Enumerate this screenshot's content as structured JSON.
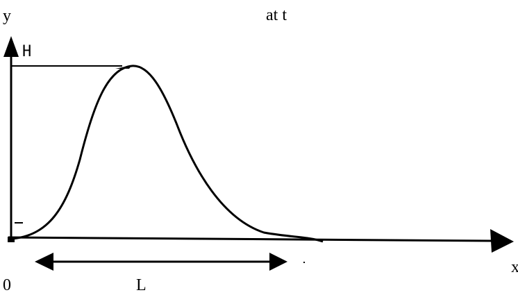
{
  "diagram": {
    "labels": {
      "y_axis": "y",
      "x_axis": "x",
      "peak_height": "H",
      "time": "at t",
      "origin": "0",
      "width": "L"
    },
    "colors": {
      "stroke": "#000000",
      "background": "#ffffff"
    }
  }
}
